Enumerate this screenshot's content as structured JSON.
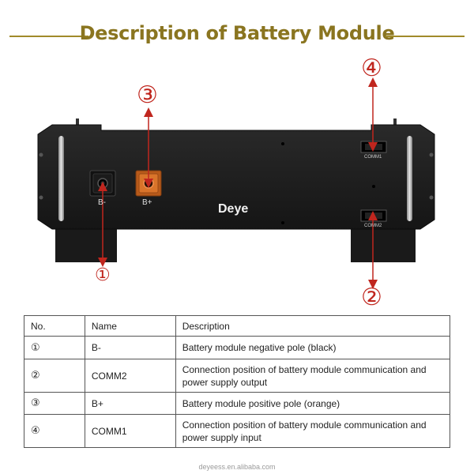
{
  "header": {
    "title": "Description of Battery Module"
  },
  "module": {
    "brand": "Deye",
    "b_minus_label": "B-",
    "b_plus_label": "B+",
    "comm1_label": "COMM1",
    "comm2_label": "COMM2"
  },
  "callouts": {
    "c1": "①",
    "c2": "②",
    "c3": "③",
    "c4": "④"
  },
  "table": {
    "headers": {
      "no": "No.",
      "name": "Name",
      "description": "Description"
    },
    "rows": [
      {
        "no": "①",
        "name": "B-",
        "description": "Battery module negative pole (black)"
      },
      {
        "no": "②",
        "name": "COMM2",
        "description": "Connection position of battery module communication and power supply output"
      },
      {
        "no": "③",
        "name": "B+",
        "description": "Battery module positive pole (orange)"
      },
      {
        "no": "④",
        "name": "COMM1",
        "description": "Connection position of battery module communication and power supply input"
      }
    ]
  },
  "footer": {
    "text": "deyeess.en.alibaba.com"
  },
  "colors": {
    "title": "#8a7520",
    "accent_red": "#c0261e",
    "module_body": "#1e1e1e",
    "positive_pole": "#d9742a"
  }
}
